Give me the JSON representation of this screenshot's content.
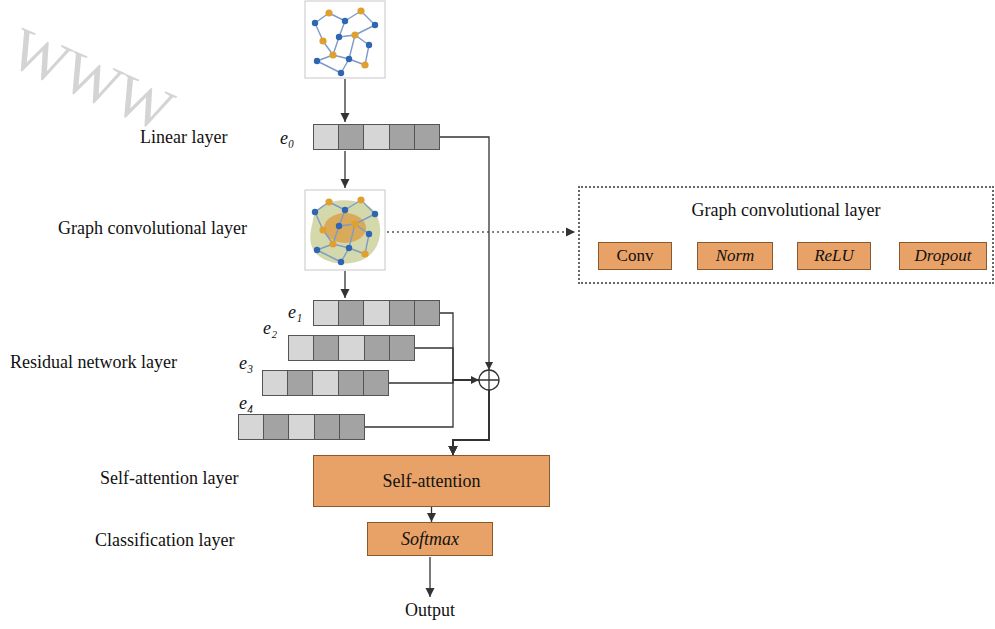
{
  "diagram": {
    "nodes": [
      {
        "text": [
          "e₀"
        ]
      },
      {
        "text": [
          "e₁"
        ]
      },
      {
        "text": [
          "e₂"
        ]
      },
      {
        "text": [
          "e₃"
        ]
      },
      {
        "text": [
          "e₄"
        ]
      },
      {
        "text": [
          "Self-attention"
        ]
      },
      {
        "text": [
          "Softmax"
        ]
      },
      {
        "text": [
          "Graph convolutional layer"
        ]
      },
      {
        "text": [
          "Conv"
        ],
        "in": 7
      },
      {
        "text": [
          "Norm"
        ],
        "in": 7
      },
      {
        "text": [
          "ReLU"
        ],
        "in": 7
      },
      {
        "text": [
          "Dropout"
        ],
        "in": 7
      }
    ],
    "edges": [
      {
        "from": 0,
        "to": 5,
        "arrow": "to"
      },
      {
        "from": 1,
        "to": 5,
        "arrow": "to"
      },
      {
        "from": 2,
        "to": 5,
        "arrow": "to"
      },
      {
        "from": 3,
        "to": 5,
        "arrow": "to"
      },
      {
        "from": 4,
        "to": 5,
        "arrow": "to"
      },
      {
        "from": 5,
        "to": 6,
        "arrow": "to"
      },
      {
        "from": 8,
        "to": 9,
        "arrow": "to"
      },
      {
        "from": 9,
        "to": 10,
        "arrow": "to"
      },
      {
        "from": 10,
        "to": 11,
        "arrow": "to"
      }
    ],
    "labels": [
      "WWW",
      "Linear layer",
      "Graph convolutional layer",
      "Residual network layer",
      "Self-attention layer",
      "Classification layer",
      "Output"
    ]
  }
}
